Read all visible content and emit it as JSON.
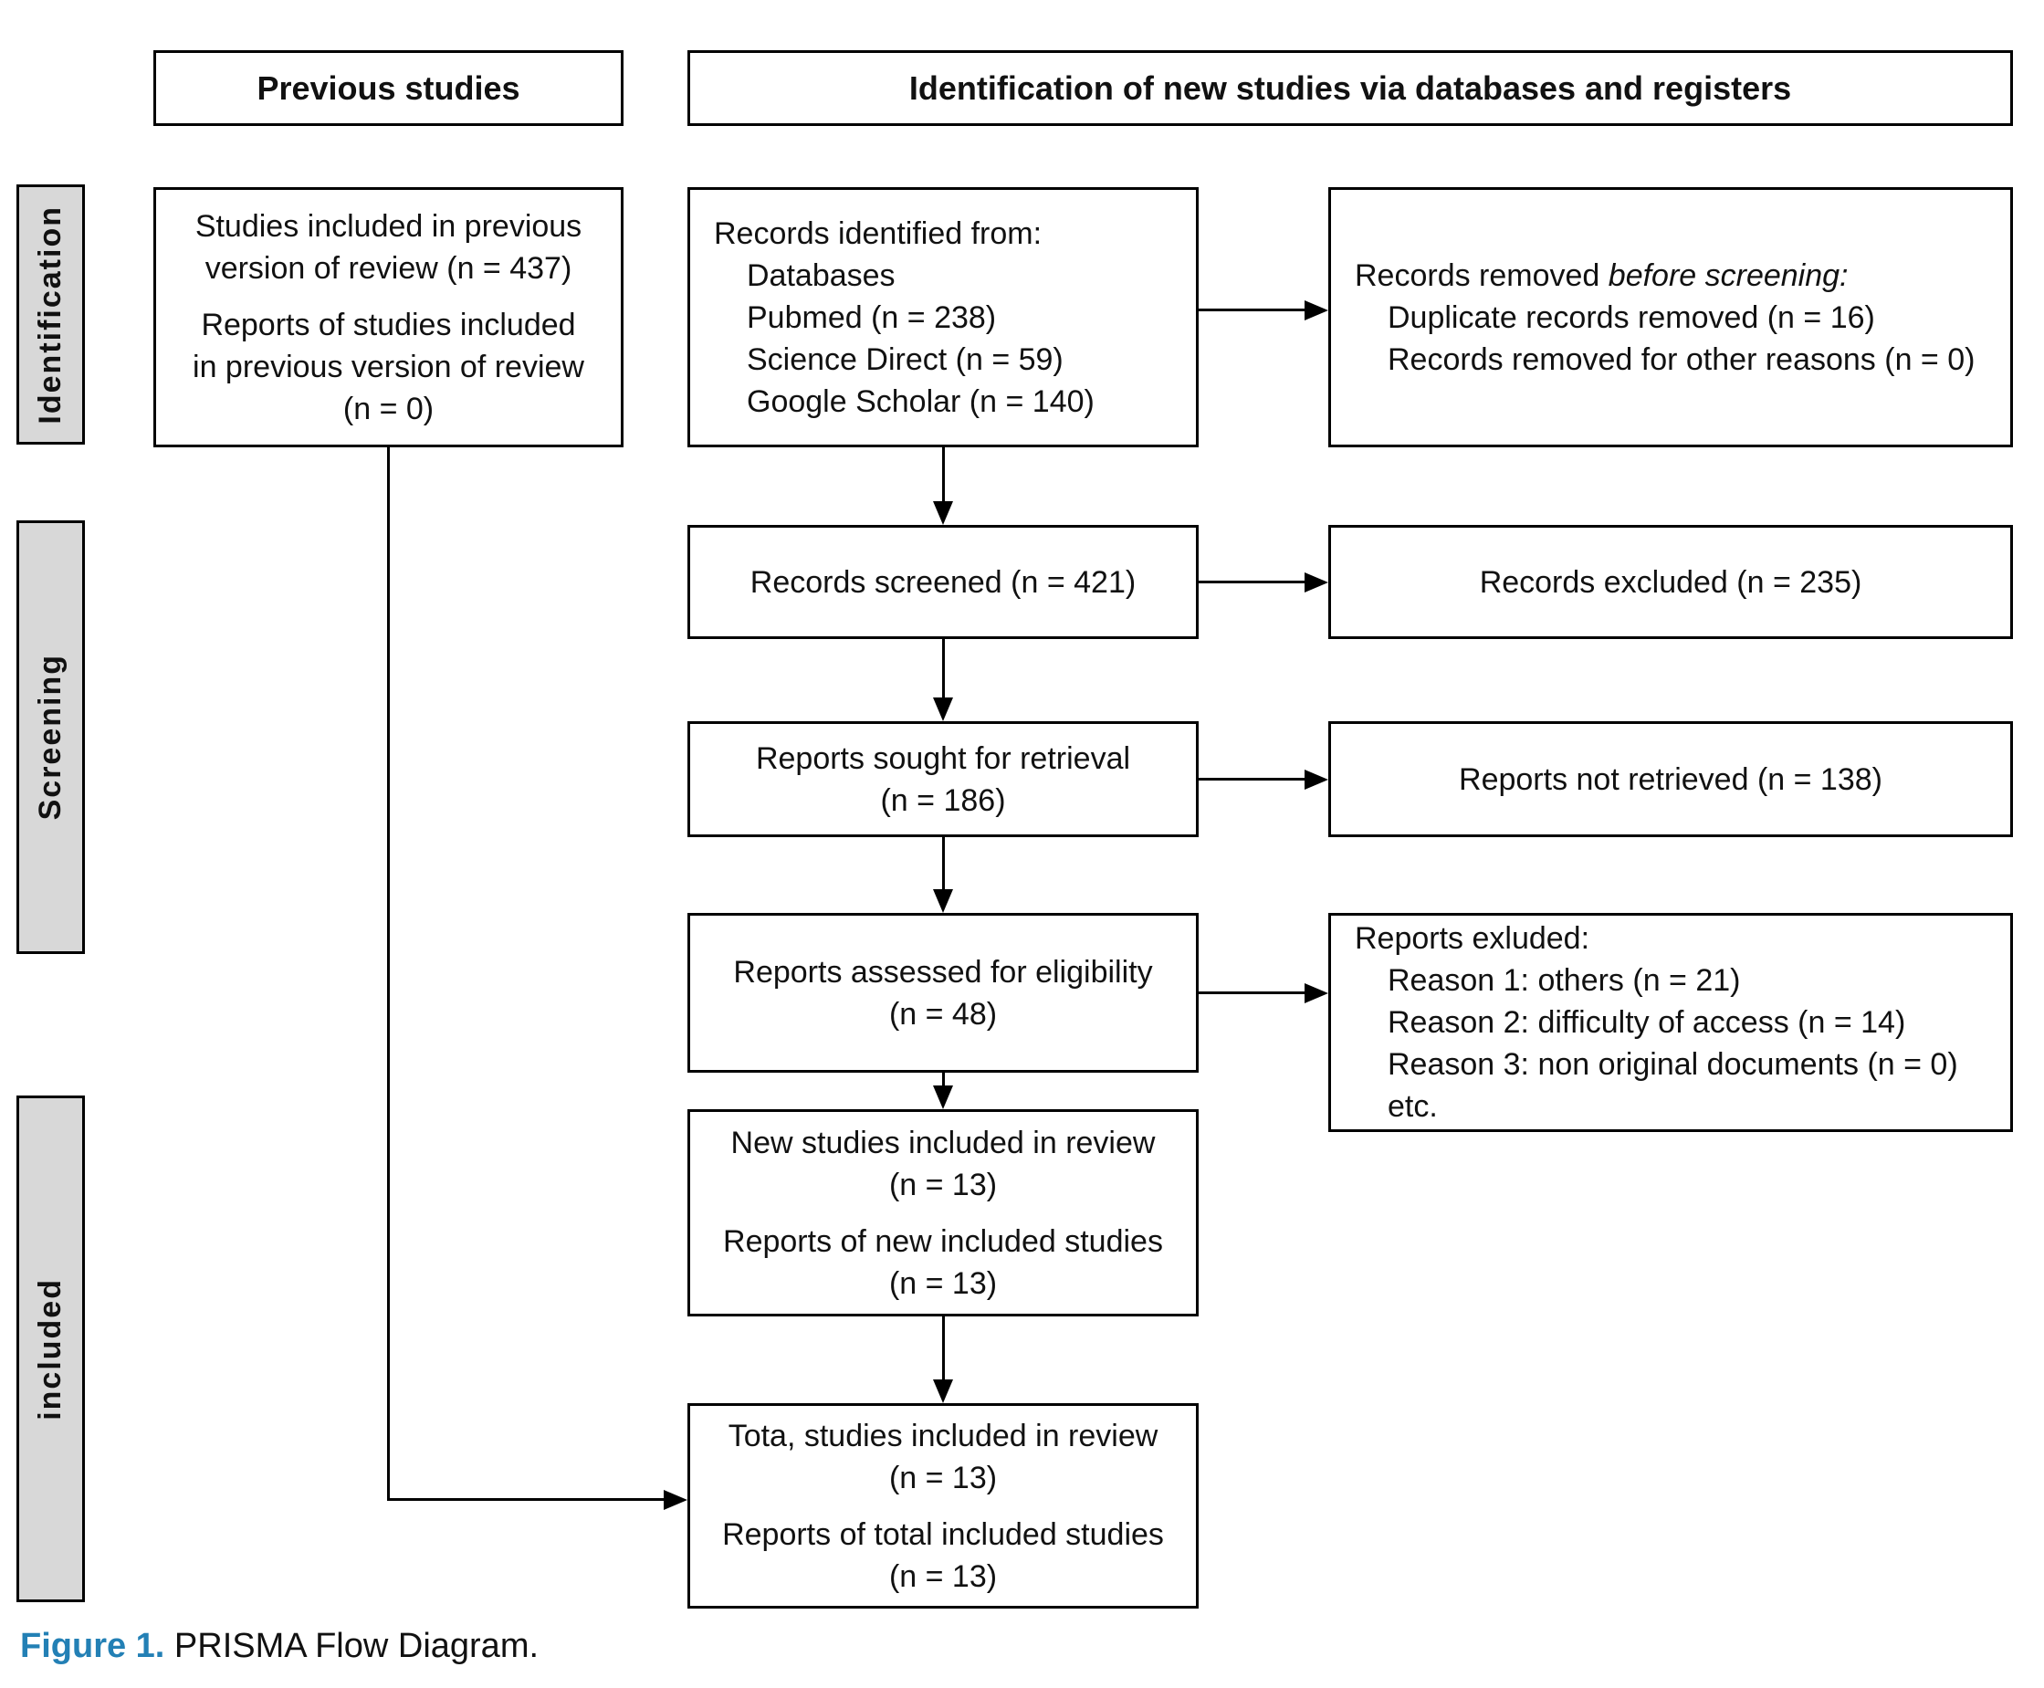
{
  "colors": {
    "caption_accent": "#2380b5",
    "sidebar_fill": "#d8d8d8",
    "box_border": "#000000",
    "text": "#111111"
  },
  "headers": {
    "previous_studies": "Previous studies",
    "identification_new_studies": "Identification of new studies via databases and registers"
  },
  "sidebar": {
    "identification": "Identification",
    "screening": "Screening",
    "included": "included"
  },
  "boxes": {
    "previous_included": {
      "para1_lines": [
        "Studies included in previous",
        "version of review (n = 437)"
      ],
      "para2_lines": [
        "Reports of studies included",
        "in previous version of review",
        "(n = 0)"
      ]
    },
    "records_identified": {
      "title": "Records identified from:",
      "items": [
        "Databases",
        "Pubmed (n = 238)",
        "Science Direct (n = 59)",
        "Google Scholar (n = 140)"
      ]
    },
    "records_removed": {
      "title_normal": "Records removed ",
      "title_italic": "before screening:",
      "items": [
        "Duplicate records removed (n = 16)",
        "Records removed for other reasons (n = 0)"
      ]
    },
    "records_screened": "Records screened (n = 421)",
    "records_excluded": "Records excluded (n = 235)",
    "reports_sought": {
      "lines": [
        "Reports sought for retrieval",
        "(n = 186)"
      ]
    },
    "reports_not_retrieved": "Reports not retrieved (n = 138)",
    "reports_assessed": {
      "lines": [
        "Reports assessed for eligibility",
        "(n = 48)"
      ]
    },
    "reports_excluded": {
      "title": "Reports exluded:",
      "items": [
        "Reason 1: others (n = 21)",
        "Reason 2: difficulty of access (n = 14)",
        "Reason 3: non original documents (n = 0) etc."
      ]
    },
    "new_studies": {
      "lines": [
        "New studies included in review",
        "(n = 13)",
        "Reports of new included studies",
        "(n = 13)"
      ]
    },
    "total_studies": {
      "lines": [
        "Tota, studies included in review",
        "(n = 13)",
        "Reports of total included studies",
        "(n = 13)"
      ]
    }
  },
  "figure": {
    "caption_label": "Figure 1.",
    "caption_text": " PRISMA Flow Diagram."
  }
}
